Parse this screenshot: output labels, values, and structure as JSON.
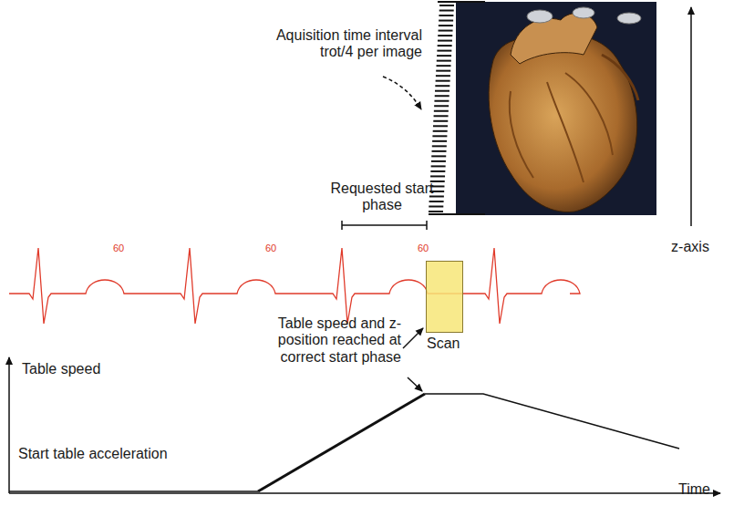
{
  "diagram": {
    "nodes": [
      {
        "text": [
          "Scan"
        ]
      }
    ],
    "labels": [
      "Aquisition time interval trot/4 per image",
      "Requested start phase",
      "60",
      "60",
      "60",
      "z-axis",
      "Table speed and z-position reached at correct start phase",
      "Table speed",
      "Start table acceleration",
      "Time"
    ]
  }
}
